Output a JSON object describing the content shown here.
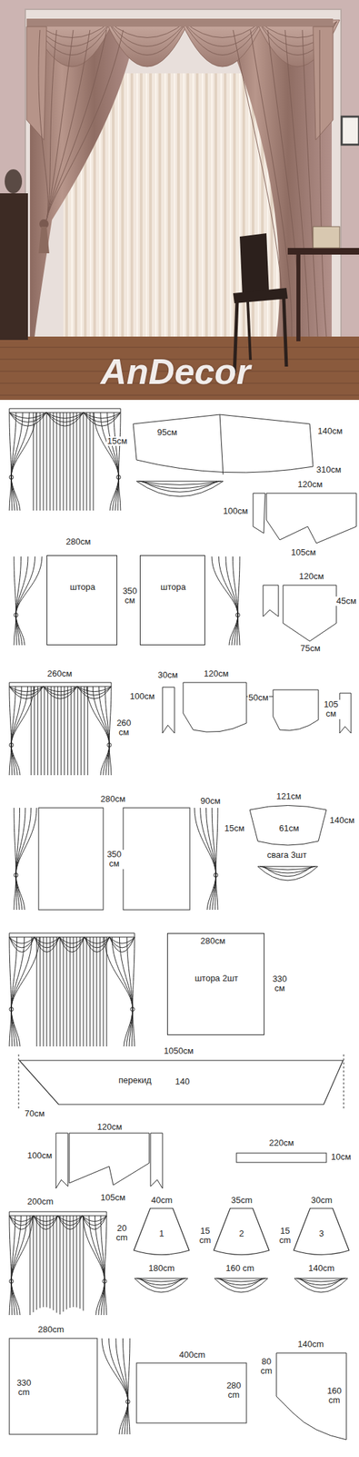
{
  "diagram": {
    "nodes": [
      {
        "text": [
          "штора"
        ]
      },
      {
        "text": [
          "штора"
        ]
      },
      {
        "text": [
          "штора 2шт"
        ]
      },
      {
        "text": [
          "перекид"
        ]
      },
      {
        "text": [
          "1"
        ]
      },
      {
        "text": [
          "2"
        ]
      },
      {
        "text": [
          "3"
        ]
      }
    ],
    "labels": [
      "AnDecor",
      "95см",
      "140см",
      "15см",
      "310см",
      "120см",
      "100см",
      "105см",
      "280см",
      "350 см",
      "120см",
      "45см",
      "75см",
      "260см",
      "30см",
      "120см",
      "100см",
      "260 см",
      "50см",
      "105 см",
      "280см",
      "90см",
      "350 см",
      "121см",
      "140см",
      "61см",
      "15см",
      "свага 3шт",
      "280см",
      "330 см",
      "1050см",
      "140",
      "70см",
      "120см",
      "220см",
      "100см",
      "105см",
      "10см",
      "200cm",
      "40cm",
      "35cm",
      "30cm",
      "20 cm",
      "15 cm",
      "15 cm",
      "180cm",
      "160 cm",
      "140cm",
      "280cm",
      "330 cm",
      "400cm",
      "280 cm",
      "140cm",
      "80 cm",
      "160 cm"
    ]
  }
}
